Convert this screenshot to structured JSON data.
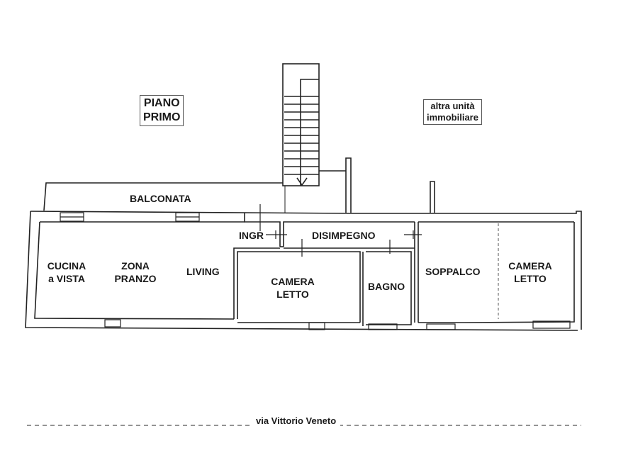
{
  "title_box": {
    "line1": "PIANO",
    "line2": "PRIMO"
  },
  "neighbor_box": {
    "line1": "altra unità",
    "line2": "immobiliare"
  },
  "street": {
    "label": "via Vittorio Veneto"
  },
  "rooms": {
    "balconata": "BALCONATA",
    "ingr": "INGR",
    "disimpegno": "DISIMPEGNO",
    "cucina_line1": "CUCINA",
    "cucina_line2": "a VISTA",
    "zona_line1": "ZONA",
    "zona_line2": "PRANZO",
    "living": "LIVING",
    "camera1_line1": "CAMERA",
    "camera1_line2": "LETTO",
    "bagno": "BAGNO",
    "soppalco": "SOPPALCO",
    "camera2_line1": "CAMERA",
    "camera2_line2": "LETTO"
  },
  "colors": {
    "wall": "#222222",
    "background": "#ffffff",
    "dash": "#555555"
  }
}
